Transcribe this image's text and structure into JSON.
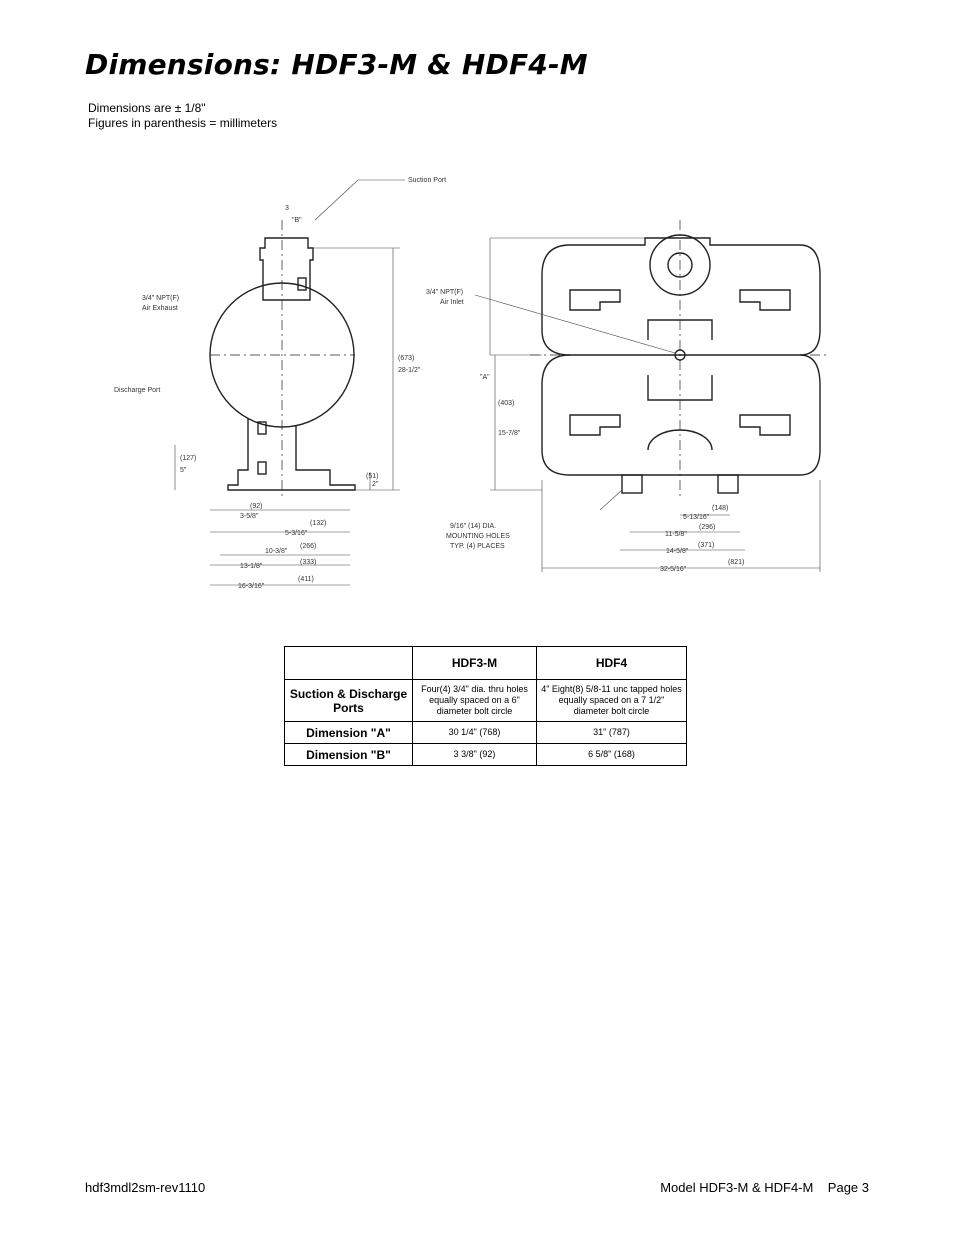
{
  "title": "Dimensions: HDF3-M & HDF4-M",
  "notes": [
    "Dimensions are ± 1/8\"",
    "Figures in parenthesis = millimeters"
  ],
  "drawing": {
    "left_labels": {
      "suction_port": "Suction Port",
      "air_exhaust_1": "3/4\" NPT(F)",
      "air_exhaust_2": "Air Exhaust",
      "discharge_port": "Discharge Port",
      "b": "\"B\"",
      "three": "3",
      "d_28": "28-1/2\"",
      "d_28_mm": "(673)",
      "d_5": "5\"",
      "d_5_mm": "(127)",
      "d_2": "2\"",
      "d_2_mm": "(51)",
      "d_3_5_8": "3-5/8\"",
      "d_3_5_8_mm": "(92)",
      "d_5_3_16": "5-3/16\"",
      "d_5_3_16_mm": "(132)",
      "d_10_3_8": "10-3/8\"",
      "d_10_3_8_mm": "(266)",
      "d_13_1_8": "13-1/8\"",
      "d_13_1_8_mm": "(333)",
      "d_16_3_16": "16-3/16\"",
      "d_16_3_16_mm": "(411)"
    },
    "right_labels": {
      "air_inlet_1": "3/4\" NPT(F)",
      "air_inlet_2": "Air Inlet",
      "a": "\"A\"",
      "d_15_7_8": "15-7/8\"",
      "d_15_7_8_mm": "(403)",
      "mount_1": "9/16\" (14) DIA.",
      "mount_2": "MOUNTING HOLES",
      "mount_3": "TYP. (4) PLACES",
      "d_5_13_16": "5-13/16\"",
      "d_5_13_16_mm": "(148)",
      "d_11_5_8": "11-5/8\"",
      "d_11_5_8_mm": "(296)",
      "d_14_5_8": "14-5/8\"",
      "d_14_5_8_mm": "(371)",
      "d_32_5_16": "32-5/16\"",
      "d_32_5_16_mm": "(821)"
    }
  },
  "table": {
    "headers": [
      "",
      "HDF3-M",
      "HDF4"
    ],
    "rows": [
      {
        "label": "Suction & Discharge Ports",
        "hdf3": "Four(4) 3/4\" dia. thru holes equally spaced on a 6\" diameter bolt circle",
        "hdf4": "4\" Eight(8) 5/8-11 unc tapped holes equally spaced on a 7 1/2\" diameter bolt circle"
      },
      {
        "label": "Dimension \"A\"",
        "hdf3": "30 1/4\" (768)",
        "hdf4": "31\" (787)"
      },
      {
        "label": "Dimension \"B\"",
        "hdf3": "3 3/8\" (92)",
        "hdf4": "6 5/8\" (168)"
      }
    ]
  },
  "footer": {
    "left": "hdf3mdl2sm-rev1110",
    "right": "Model HDF3-M & HDF4-M    Page 3"
  }
}
